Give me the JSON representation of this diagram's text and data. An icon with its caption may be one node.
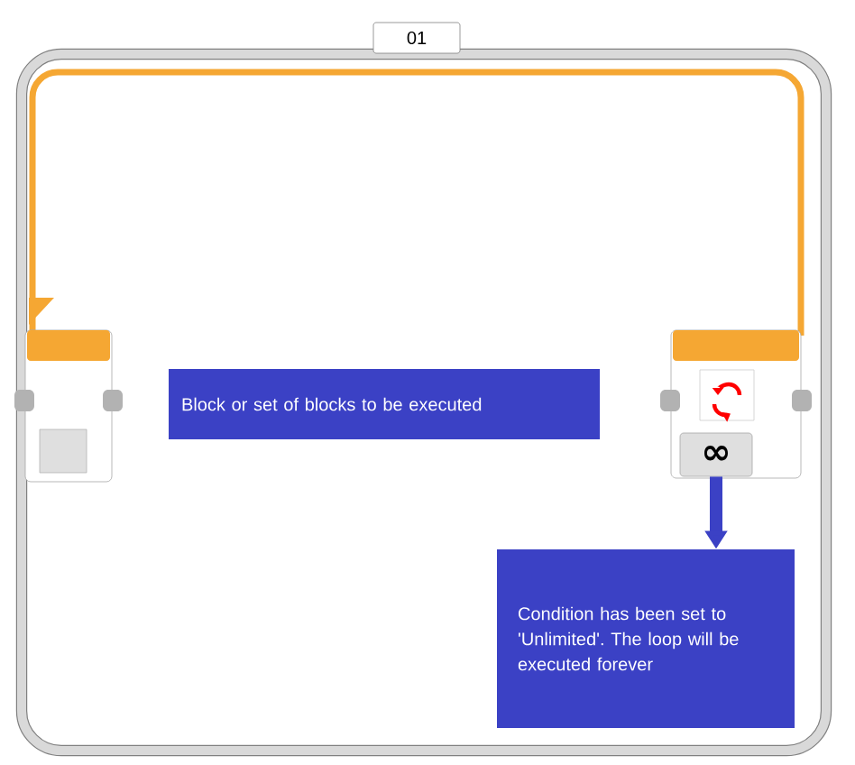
{
  "diagram": {
    "nodes": [
      {
        "text": [
          "01"
        ]
      },
      {
        "text": [],
        "shape": "box",
        "in": 0
      },
      {
        "text": [
          "Block or set of blocks to be executed"
        ],
        "in": 0
      },
      {
        "text": [
          "∞"
        ],
        "in": 0
      },
      {
        "text": [
          "Condition has been set to 'Unlimited'. The loop will be executed forever"
        ],
        "in": 0
      }
    ],
    "edges": [
      {
        "from": 3,
        "to": 4,
        "arrow": "to"
      }
    ]
  }
}
